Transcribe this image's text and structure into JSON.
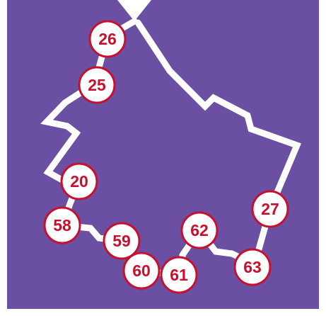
{
  "map": {
    "colors": {
      "background": "#6a4fa3",
      "route": "#ffffff",
      "marker_fill": "#ffffff",
      "marker_stroke": "#c8102e",
      "marker_text": "#c8102e"
    },
    "markers": [
      {
        "label": "26"
      },
      {
        "label": "25"
      },
      {
        "label": "20"
      },
      {
        "label": "58"
      },
      {
        "label": "59"
      },
      {
        "label": "60"
      },
      {
        "label": "61"
      },
      {
        "label": "62"
      },
      {
        "label": "27"
      },
      {
        "label": "63"
      }
    ],
    "start_pin": {
      "icon": "location-pin-icon"
    }
  }
}
